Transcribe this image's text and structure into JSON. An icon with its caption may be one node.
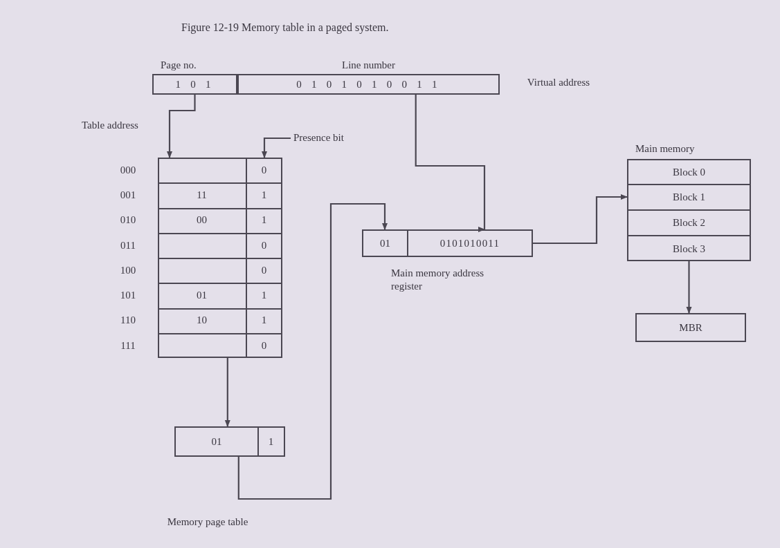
{
  "diagram": {
    "title": "Figure 12-19 Memory table in a paged system.",
    "nodes": [
      {
        "text": [
          "Page no.",
          "1 0 1"
        ]
      },
      {
        "text": [
          "Line number",
          "0 1 0 1 0 1 0 0 1 1"
        ]
      },
      {
        "text": [
          "Presence bit"
        ]
      },
      {
        "text": [],
        "shape": "box"
      },
      {
        "text": [
          "01",
          "1"
        ]
      },
      {
        "text": [
          "01",
          "0101010011"
        ],
        "beside": [
          "Main memory address register"
        ]
      },
      {
        "text": [
          "Main memory"
        ]
      },
      {
        "text": [
          "Block 0"
        ],
        "in": 6
      },
      {
        "text": [
          "Block 1"
        ],
        "in": 6
      },
      {
        "text": [
          "Block 2"
        ],
        "in": 6
      },
      {
        "text": [
          "Block 3"
        ],
        "in": 6
      },
      {
        "text": [
          "MBR"
        ]
      }
    ],
    "edges": [
      {
        "from": 0,
        "to": 3,
        "arrow": "to",
        "label": "Table address"
      },
      {
        "from": 2,
        "to": 3,
        "arrow": "to"
      },
      {
        "from": 3,
        "to": 4,
        "arrow": "to"
      },
      {
        "from": 4,
        "to": 5,
        "arrow": "to"
      },
      {
        "from": 1,
        "to": 5,
        "arrow": "to"
      },
      {
        "from": 5,
        "to": 8,
        "arrow": "to"
      },
      {
        "from": 6,
        "to": 11,
        "arrow": "to"
      }
    ],
    "labels": [
      "Virtual address",
      "000",
      "0",
      "001",
      "11",
      "1",
      "010",
      "00",
      "1",
      "011",
      "0",
      "100",
      "0",
      "101",
      "01",
      "1",
      "110",
      "10",
      "1",
      "111",
      "0",
      "Memory page table"
    ]
  }
}
